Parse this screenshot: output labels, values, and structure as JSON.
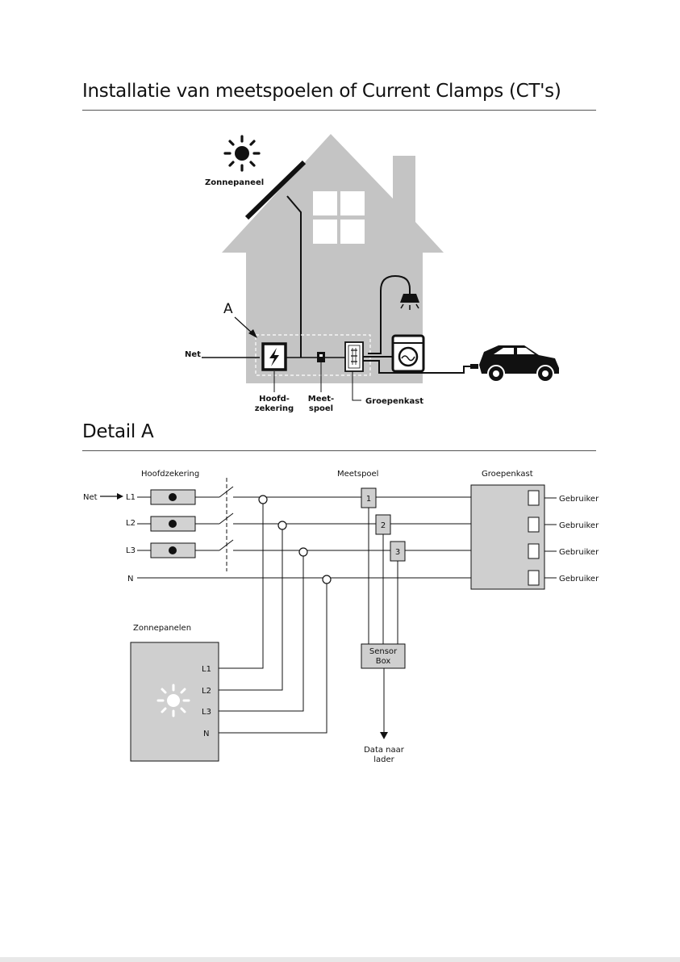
{
  "title_main": "Installatie van meetspoelen of Current Clamps (CT's)",
  "title_detail": "Detail A",
  "house": {
    "sun_label": "Zonnepaneel",
    "marker_a": "A",
    "net_label": "Net",
    "main_fuse_label": [
      "Hoofd-",
      "zekering"
    ],
    "ct_label": [
      "Meet-",
      "spoel"
    ],
    "panel_label": "Groepenkast"
  },
  "detail": {
    "main_fuse_header": "Hoofdzekering",
    "ct_header": "Meetspoel",
    "panel_header": "Groepenkast",
    "net_label": "Net",
    "phases": [
      "L1",
      "L2",
      "L3",
      "N"
    ],
    "ct_numbers": [
      "1",
      "2",
      "3"
    ],
    "users": [
      "Gebruiker",
      "Gebruiker",
      "Gebruiker",
      "Gebruiker"
    ],
    "solar_header": "Zonnepanelen",
    "solar_terminals": [
      "L1",
      "L2",
      "L3",
      "N"
    ],
    "sensor_box": [
      "Sensor",
      "Box"
    ],
    "data_label": [
      "Data naar",
      "lader"
    ]
  },
  "colors": {
    "house_gray": "#c4c4c4",
    "box_gray": "#cfcfcf",
    "line": "#111111"
  }
}
